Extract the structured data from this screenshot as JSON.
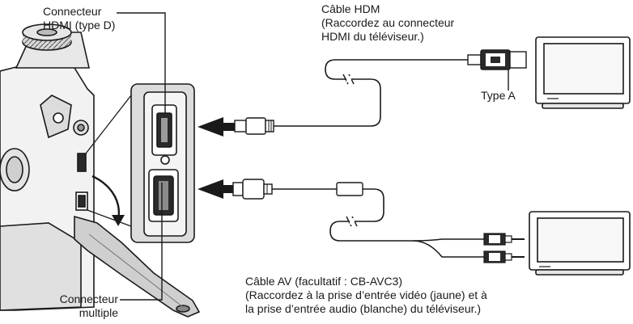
{
  "labels": {
    "hdmi_connector": [
      "Connecteur",
      "HDMI (type D)"
    ],
    "hdmi_cable": [
      "Câble HDM",
      "(Raccordez au connecteur",
      "HDMI du téléviseur.)"
    ],
    "type_a": "Type A",
    "av_cable": [
      "Câble AV (facultatif : CB-AVC3)",
      "(Raccordez à la prise d’entrée vidéo (jaune) et à",
      "la prise d’entrée audio (blanche) du téléviseur.)"
    ],
    "multi_connector": [
      "Connecteur",
      "multiple"
    ]
  },
  "icons": {
    "camera": "camera-body-icon",
    "tv": "television-icon",
    "arrow": "insertion-arrow-icon"
  },
  "colors": {
    "line": "#1a1a1a",
    "body_fill": "#efefef",
    "body_shade": "#cfcfcf",
    "dark": "#2a2a2a"
  }
}
